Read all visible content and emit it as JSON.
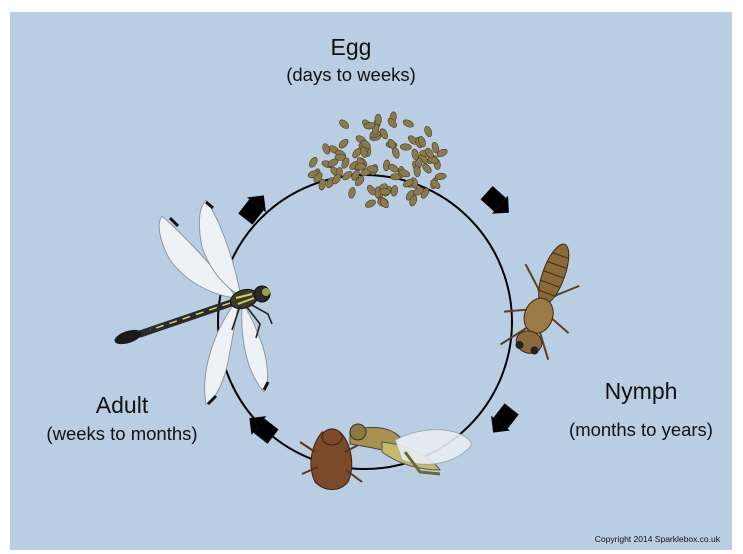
{
  "stages": {
    "egg": {
      "name": "Egg",
      "duration": "(days to weeks)"
    },
    "nymph": {
      "name": "Nymph",
      "duration": "(months to years)"
    },
    "adult": {
      "name": "Adult",
      "duration": "(weeks to months)"
    }
  },
  "copyright": "Copyright 2014 Sparklebox.co.uk",
  "colors": {
    "background": "#b9cde3",
    "cycle_line": "#000000",
    "arrow": "#000000",
    "egg": "#8b7a4e",
    "nymph": "#8a6a3a",
    "emerging_nymph": "#7a4a2a",
    "adult_body": "#2a2a2a",
    "adult_stripe": "#d4d06a",
    "wing": "#e9eef3"
  },
  "icons": [
    "egg-cluster-icon",
    "nymph-icon",
    "emerging-dragonfly-icon",
    "adult-dragonfly-icon"
  ]
}
